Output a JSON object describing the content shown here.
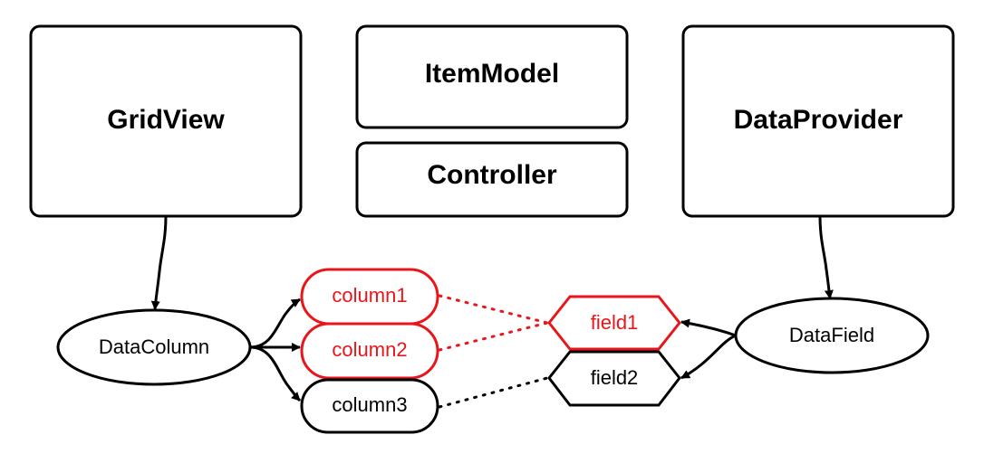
{
  "boxes": {
    "gridview": "GridView",
    "itemmodel": "ItemModel",
    "controller": "Controller",
    "dataprovider": "DataProvider"
  },
  "nodes": {
    "datacolumn": "DataColumn",
    "datafield": "DataField",
    "column1": "column1",
    "column2": "column2",
    "column3": "column3",
    "field1": "field1",
    "field2": "field2"
  },
  "colors": {
    "stroke": "#000000",
    "highlight": "#e8161b",
    "background": "#ffffff"
  }
}
